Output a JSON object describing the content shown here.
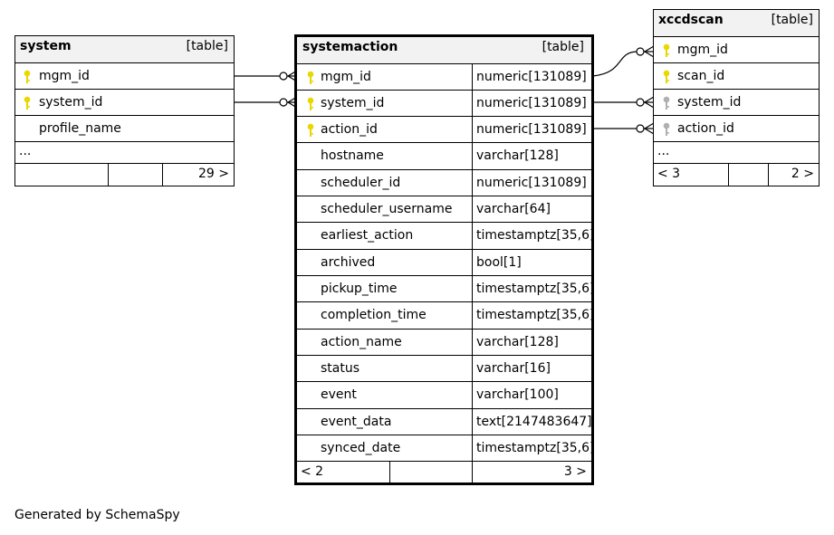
{
  "tables": {
    "system": {
      "name": "system",
      "kind": "[table]",
      "columns": [
        {
          "name": "mgm_id",
          "key": "primary"
        },
        {
          "name": "system_id",
          "key": "primary"
        },
        {
          "name": "profile_name",
          "key": "none"
        }
      ],
      "ellipsis": "...",
      "footer": {
        "left": "",
        "right": "29 >"
      }
    },
    "systemaction": {
      "name": "systemaction",
      "kind": "[table]",
      "columns": [
        {
          "name": "mgm_id",
          "type": "numeric[131089]",
          "key": "primary"
        },
        {
          "name": "system_id",
          "type": "numeric[131089]",
          "key": "primary"
        },
        {
          "name": "action_id",
          "type": "numeric[131089]",
          "key": "primary"
        },
        {
          "name": "hostname",
          "type": "varchar[128]",
          "key": "none"
        },
        {
          "name": "scheduler_id",
          "type": "numeric[131089]",
          "key": "none"
        },
        {
          "name": "scheduler_username",
          "type": "varchar[64]",
          "key": "none"
        },
        {
          "name": "earliest_action",
          "type": "timestamptz[35,6]",
          "key": "none"
        },
        {
          "name": "archived",
          "type": "bool[1]",
          "key": "none"
        },
        {
          "name": "pickup_time",
          "type": "timestamptz[35,6]",
          "key": "none"
        },
        {
          "name": "completion_time",
          "type": "timestamptz[35,6]",
          "key": "none"
        },
        {
          "name": "action_name",
          "type": "varchar[128]",
          "key": "none"
        },
        {
          "name": "status",
          "type": "varchar[16]",
          "key": "none"
        },
        {
          "name": "event",
          "type": "varchar[100]",
          "key": "none"
        },
        {
          "name": "event_data",
          "type": "text[2147483647]",
          "key": "none"
        },
        {
          "name": "synced_date",
          "type": "timestamptz[35,6]",
          "key": "none"
        }
      ],
      "footer": {
        "left": "< 2",
        "right": "3 >"
      }
    },
    "xccdscan": {
      "name": "xccdscan",
      "kind": "[table]",
      "columns": [
        {
          "name": "mgm_id",
          "key": "primary"
        },
        {
          "name": "scan_id",
          "key": "primary"
        },
        {
          "name": "system_id",
          "key": "foreign"
        },
        {
          "name": "action_id",
          "key": "foreign"
        }
      ],
      "ellipsis": "...",
      "footer": {
        "left": "< 3",
        "right": "2 >"
      }
    }
  },
  "colors": {
    "primary_key": "#e8d800",
    "foreign_key": "#b0b0b0",
    "header_bg": "#f2f2f2",
    "line": "#000000"
  },
  "generated_by": "Generated by SchemaSpy"
}
